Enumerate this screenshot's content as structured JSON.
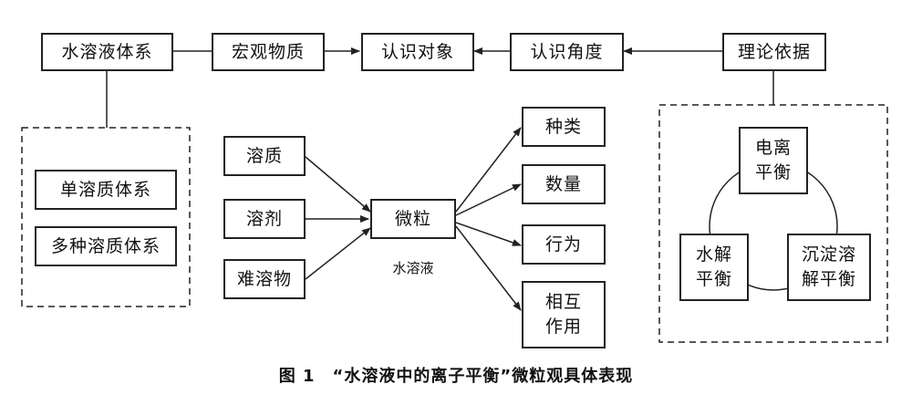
{
  "top": {
    "system": "水溶液体系",
    "macro": "宏观物质",
    "object": "认识对象",
    "angle": "认识角度",
    "theory": "理论依据"
  },
  "systems": {
    "single": "单溶质体系",
    "multi": "多种溶质体系"
  },
  "inputs": {
    "solute": "溶质",
    "solvent": "溶剂",
    "insoluble": "难溶物"
  },
  "center": {
    "particle": "微粒",
    "label": "水溶液"
  },
  "outputs": {
    "kind": "种类",
    "quantity": "数量",
    "behavior": "行为",
    "interaction": "相互\n作用"
  },
  "equilibria": {
    "ionization": "电离\n平衡",
    "hydrolysis": "水解\n平衡",
    "precipitation": "沉淀溶\n解平衡"
  },
  "caption": "图 1　“水溶液中的离子平衡”微粒观具体表现"
}
